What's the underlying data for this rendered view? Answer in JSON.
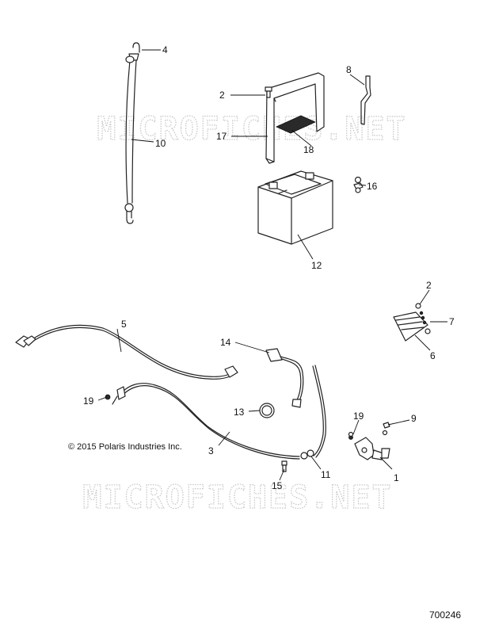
{
  "watermark": "MICROFICHES.NET",
  "copyright": "© 2015 Polaris Industries Inc.",
  "diagram_code": "700246",
  "callouts": {
    "c4": "4",
    "c10": "10",
    "c2a": "2",
    "c8": "8",
    "c17": "17",
    "c18": "18",
    "c16": "16",
    "c12": "12",
    "c2b": "2",
    "c7": "7",
    "c6": "6",
    "c5": "5",
    "c14": "14",
    "c19a": "19",
    "c13": "13",
    "c3": "3",
    "c19b": "19",
    "c9": "9",
    "c1": "1",
    "c11": "11",
    "c15": "15"
  }
}
